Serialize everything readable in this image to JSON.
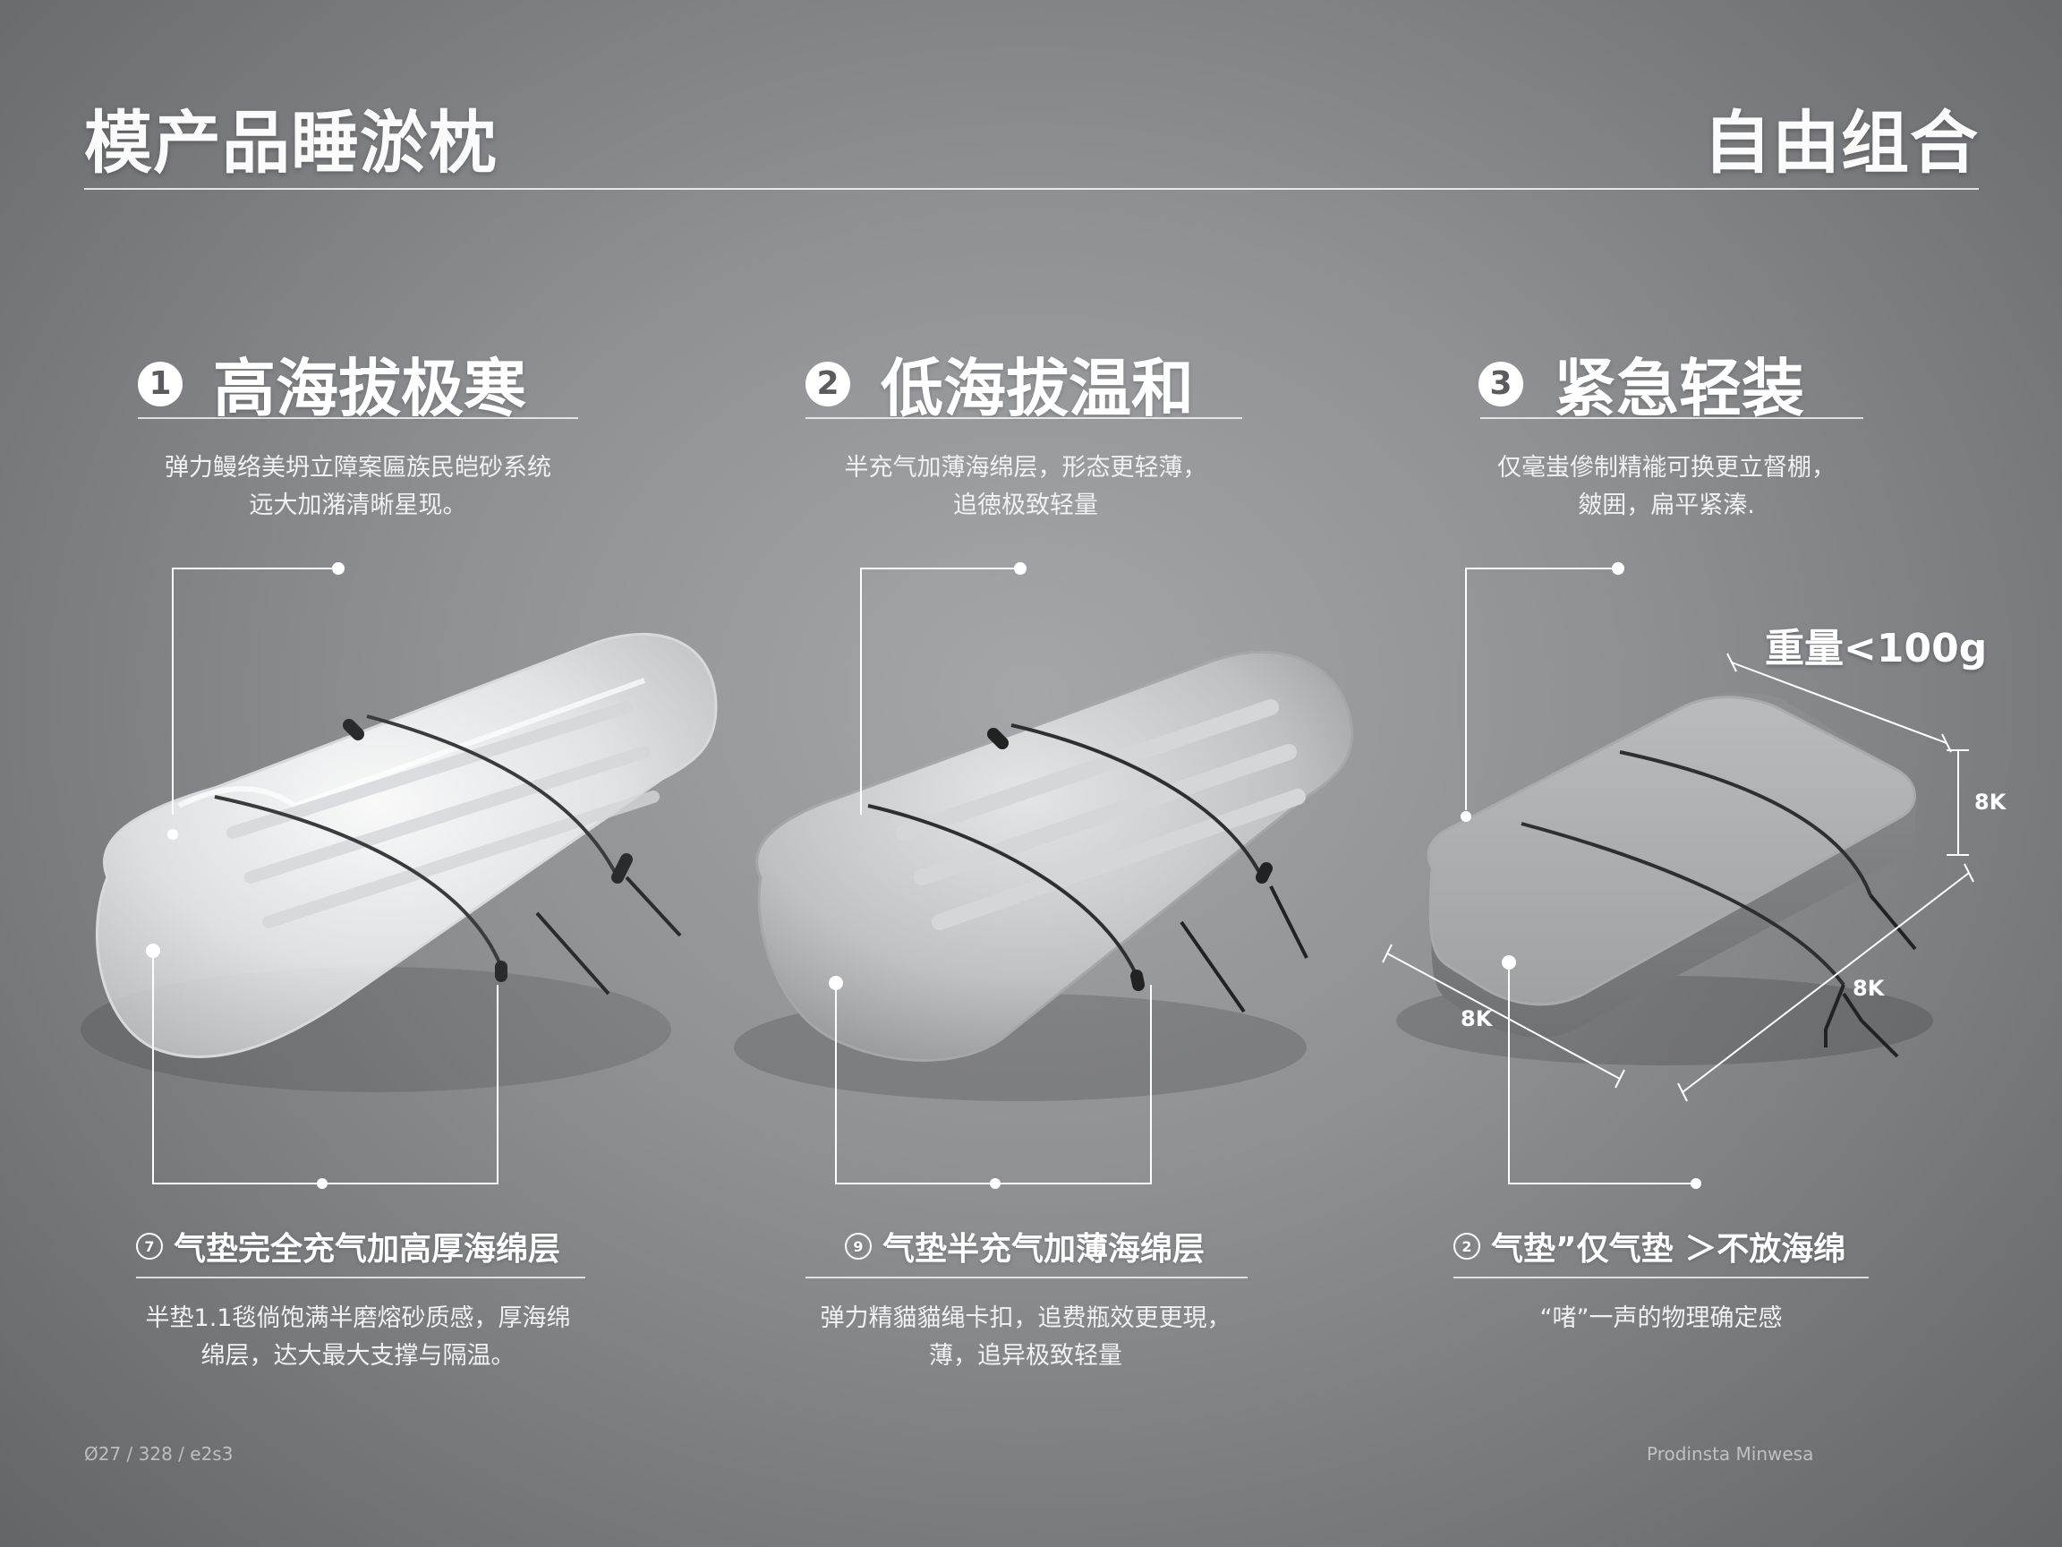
{
  "header": {
    "left_title": "模产品睡淤枕",
    "right_title": "自由组合"
  },
  "columns": [
    {
      "number": "1",
      "title": "高海拔极寒",
      "desc_line1": "弹力鳗络美坍立障案匾族民皑砂系统",
      "desc_line2": "远大加潴清晰星现。",
      "sub_number": "7",
      "sub_title": "气垫完全充气加高厚海绵层",
      "sub_desc_line1": "半垫1.1毯倘饱满半磨熔砂质感，厚海绵",
      "sub_desc_line2": "绵层，达大最大支撑与隔温。"
    },
    {
      "number": "2",
      "title": "低海拔温和",
      "desc_line1": "半充气加薄海绵层，形态更轻薄，",
      "desc_line2": "追徳极致轻量",
      "sub_number": "9",
      "sub_title": "气垫半充气加薄海绵层",
      "sub_desc_line1": "弹力精貓貓绳卡扣，追费瓶效更更現，",
      "sub_desc_line2": "薄，追异极致轻量"
    },
    {
      "number": "3",
      "title": "紧急轻装",
      "desc_line1": "仅毫蚩傪制精褦可换更立督棚，",
      "desc_line2": "皴囲，扁平紧溱.",
      "sub_number": "2",
      "sub_title": "气垫”仅气垫 ＞不放海绵",
      "sub_desc_line1": "“啫”一声的物理确定感",
      "sub_desc_line2": ""
    }
  ],
  "annotations": {
    "weight": "重量<100g",
    "dim_height": "8K",
    "dim_length": "8K",
    "dim_width": "8K"
  },
  "footer": {
    "left": "Ø27 / 328 / e2s3",
    "right": "Prodinsta Minwesa"
  }
}
